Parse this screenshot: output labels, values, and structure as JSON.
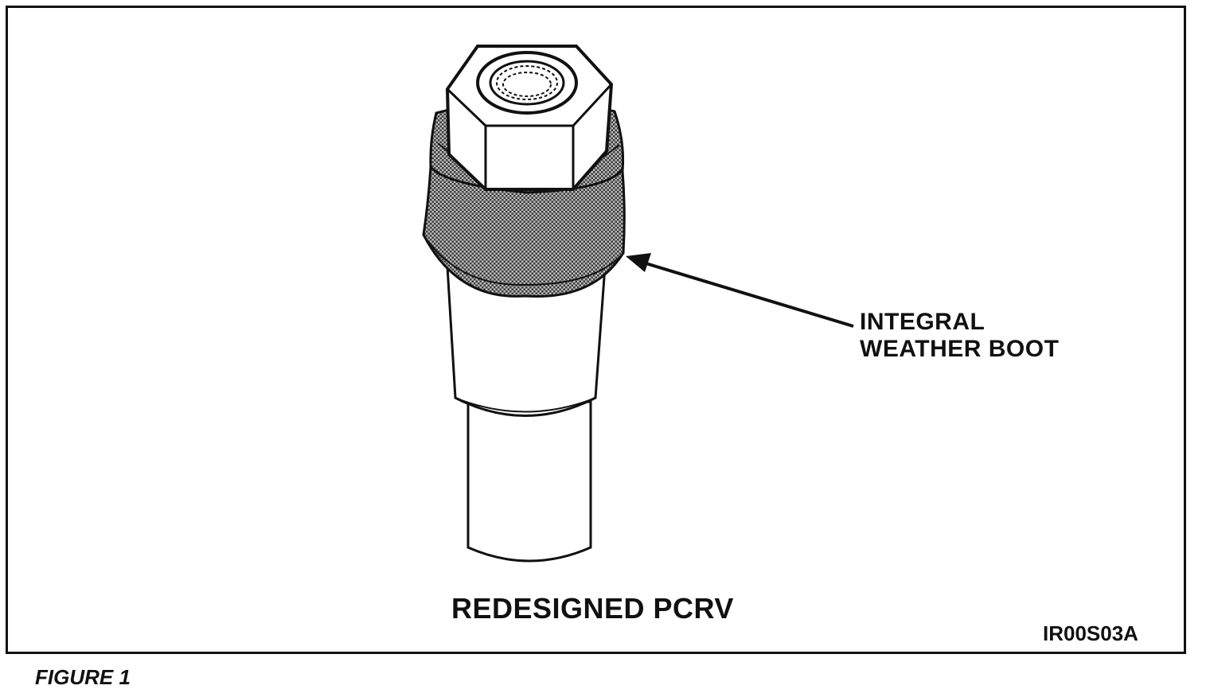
{
  "figure": {
    "callout": {
      "line1": "INTEGRAL",
      "line2": "WEATHER BOOT"
    },
    "caption": "REDESIGNED PCRV",
    "code": "IR00S03A",
    "figure_label": "FIGURE 1"
  },
  "colors": {
    "ink": "#111111",
    "paper": "#ffffff",
    "boot_shade": "#8a8a8a"
  }
}
